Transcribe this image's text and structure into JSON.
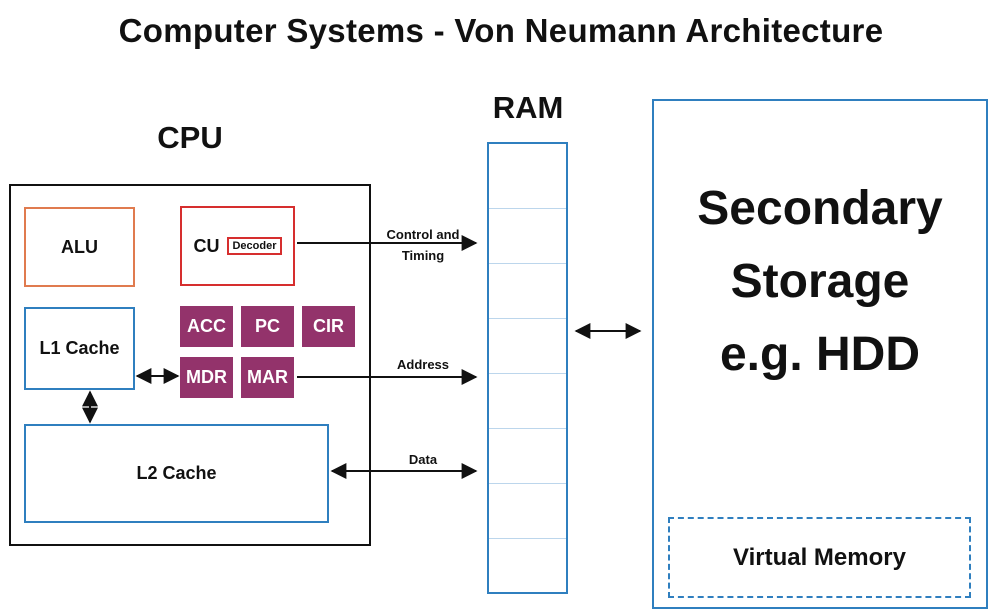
{
  "title": "Computer Systems - Von Neumann Architecture",
  "cpu": {
    "label": "CPU",
    "alu": "ALU",
    "cu": "CU",
    "decoder": "Decoder",
    "l1_cache": "L1 Cache",
    "l2_cache": "L2 Cache",
    "registers": [
      "ACC",
      "PC",
      "CIR",
      "MDR",
      "MAR"
    ]
  },
  "ram": {
    "label": "RAM"
  },
  "buses": {
    "control_line1": "Control and",
    "control_line2": "Timing",
    "address": "Address",
    "data": "Data"
  },
  "storage": {
    "line1": "Secondary",
    "line2": "Storage",
    "line3": "e.g. HDD",
    "virtual_memory": "Virtual Memory"
  },
  "colors": {
    "register_fill": "#93336b",
    "alu_border": "#e07b4f",
    "cu_border": "#d62e2e",
    "cache_border": "#2f7fbf"
  }
}
